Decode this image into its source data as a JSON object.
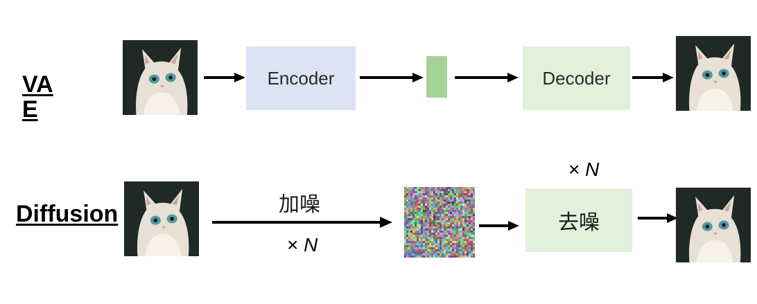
{
  "vae": {
    "label": "VAE",
    "encoder_label": "Encoder",
    "decoder_label": "Decoder",
    "colors": {
      "encoder": "#dde3f4",
      "latent": "#a5d396",
      "decoder": "#e3f1dc"
    }
  },
  "diffusion": {
    "label": "Diffusion",
    "add_noise_label": "加噪",
    "add_noise_times": "× N",
    "denoise_label": "去噪",
    "denoise_times": "× N",
    "colors": {
      "denoise": "#e3f1dc"
    }
  },
  "icons": [
    "cat-image-icon",
    "noise-image-icon",
    "arrow-right-icon"
  ]
}
